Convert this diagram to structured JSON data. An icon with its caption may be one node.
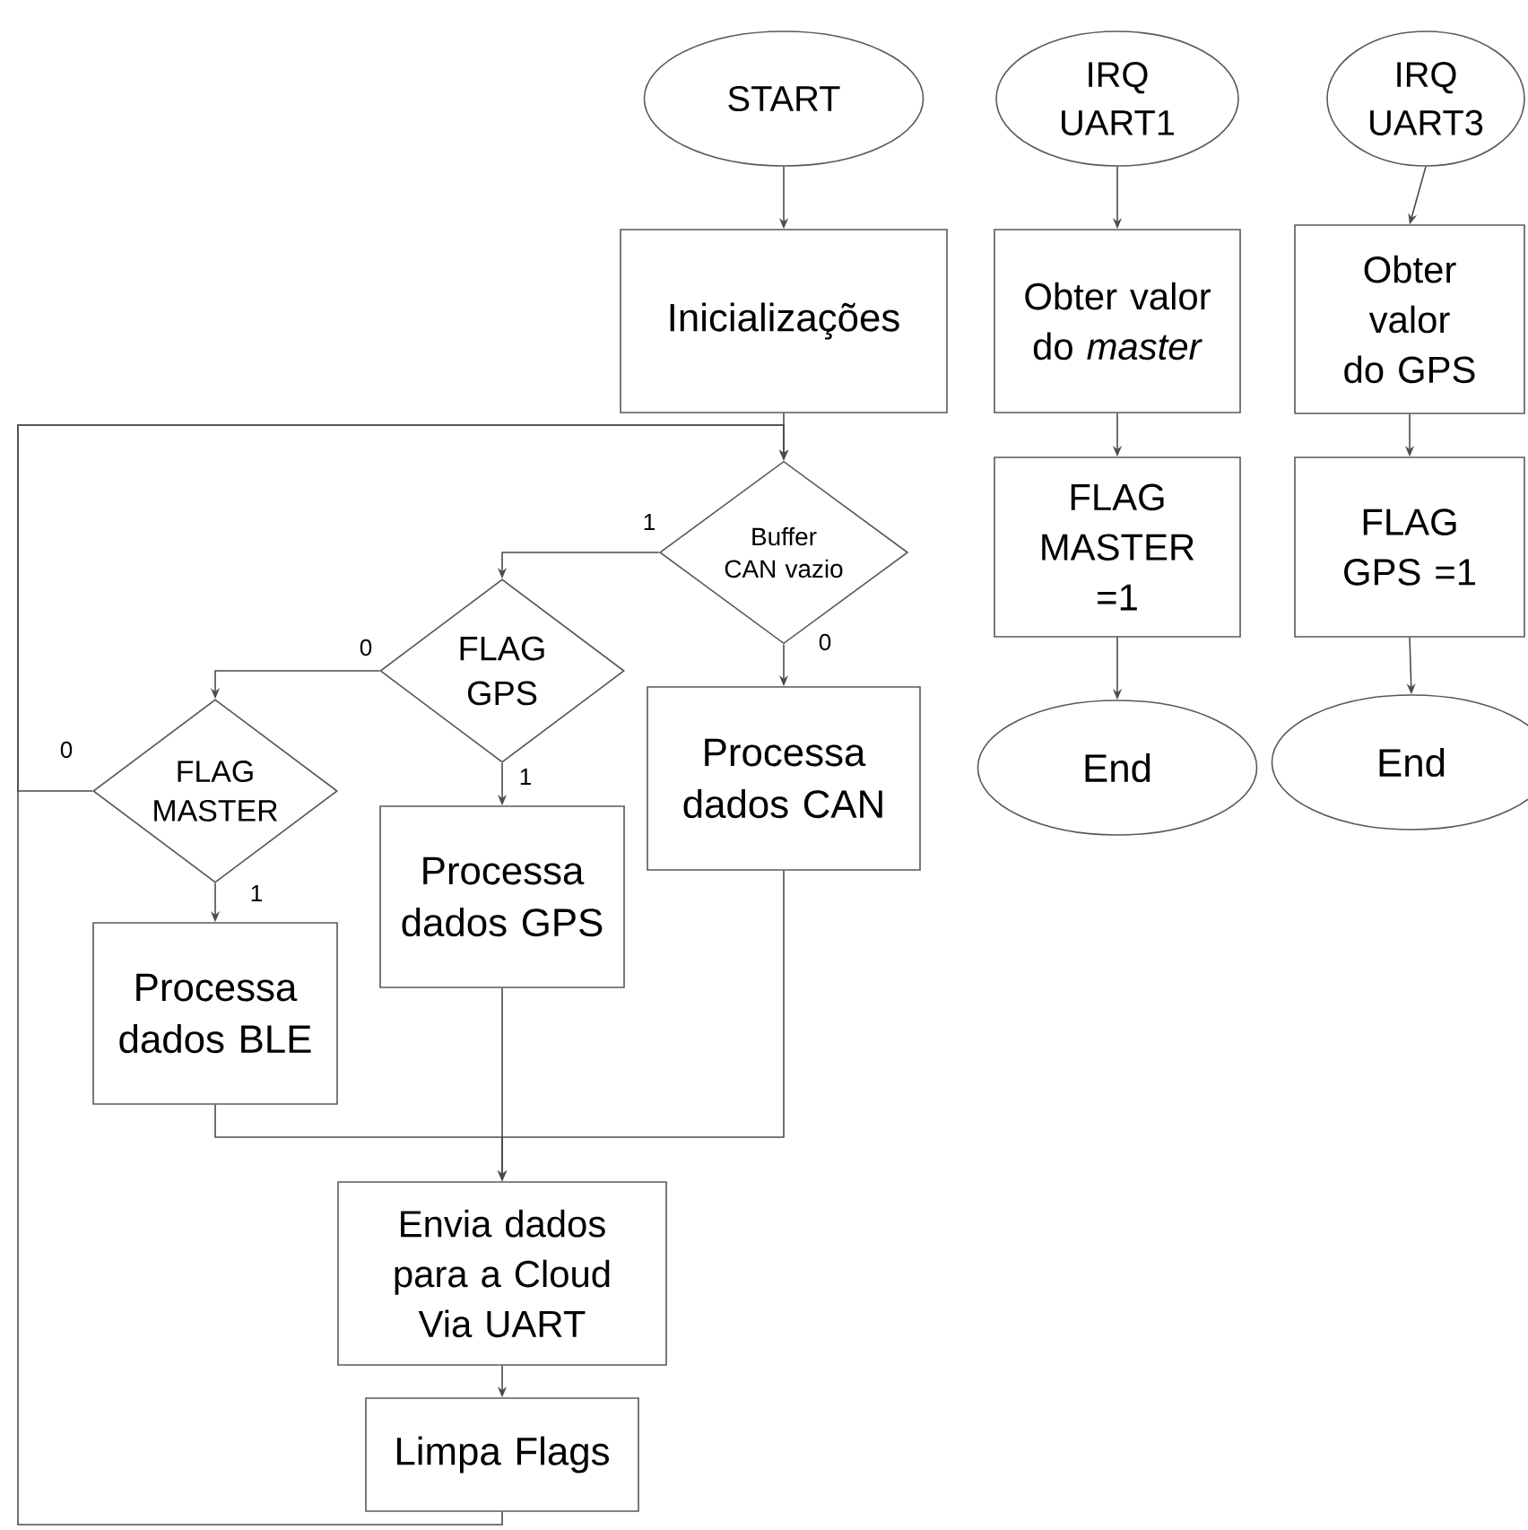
{
  "diagram": {
    "nodes": [
      {
        "text": [
          "START"
        ]
      },
      {
        "text": [
          "IRQ UART1"
        ]
      },
      {
        "text": [
          "IRQ UART3"
        ]
      },
      {
        "text": [
          "Inicializações"
        ]
      },
      {
        "text": [
          "Obter valor do *master*"
        ]
      },
      {
        "text": [
          "Obter valor do GPS"
        ]
      },
      {
        "text": [
          "FLAG MASTER =1"
        ]
      },
      {
        "text": [
          "FLAG GPS =1"
        ]
      },
      {
        "text": [
          "End"
        ]
      },
      {
        "text": [
          "End"
        ]
      },
      {
        "text": [
          "Buffer CAN vazio"
        ]
      },
      {
        "text": [
          "FLAG GPS"
        ]
      },
      {
        "text": [
          "FLAG MASTER"
        ]
      },
      {
        "text": [
          "Processa dados CAN"
        ]
      },
      {
        "text": [
          "Processa dados GPS"
        ]
      },
      {
        "text": [
          "Processa dados BLE"
        ]
      },
      {
        "text": [
          "Envia dados para a Cloud Via UART"
        ]
      },
      {
        "text": [
          "Limpa Flags"
        ]
      }
    ],
    "edges": [
      {
        "from": 0,
        "to": 3,
        "arrow": "to"
      },
      {
        "from": 1,
        "to": 4,
        "arrow": "to"
      },
      {
        "from": 2,
        "to": 5,
        "arrow": "to"
      },
      {
        "from": 4,
        "to": 6,
        "arrow": "to"
      },
      {
        "from": 5,
        "to": 7,
        "arrow": "to"
      },
      {
        "from": 6,
        "to": 8,
        "arrow": "to"
      },
      {
        "from": 7,
        "to": 9,
        "arrow": "to"
      },
      {
        "from": 3,
        "to": 10,
        "arrow": "to"
      },
      {
        "from": 10,
        "to": 11,
        "arrow": "to",
        "label": "1"
      },
      {
        "from": 10,
        "to": 13,
        "arrow": "to",
        "label": "0"
      },
      {
        "from": 11,
        "to": 12,
        "arrow": "to",
        "label": "0"
      },
      {
        "from": 11,
        "to": 14,
        "arrow": "to",
        "label": "1"
      },
      {
        "from": 12,
        "to": 15,
        "arrow": "to",
        "label": "1"
      },
      {
        "from": 12,
        "to": 10,
        "arrow": "to",
        "label": "0"
      },
      {
        "from": 15,
        "to": 16,
        "arrow": "to"
      },
      {
        "from": 14,
        "to": 16,
        "arrow": "to"
      },
      {
        "from": 13,
        "to": 16,
        "arrow": "to"
      },
      {
        "from": 16,
        "to": 17,
        "arrow": "to"
      },
      {
        "from": 17,
        "to": 10,
        "arrow": "to"
      }
    ]
  }
}
